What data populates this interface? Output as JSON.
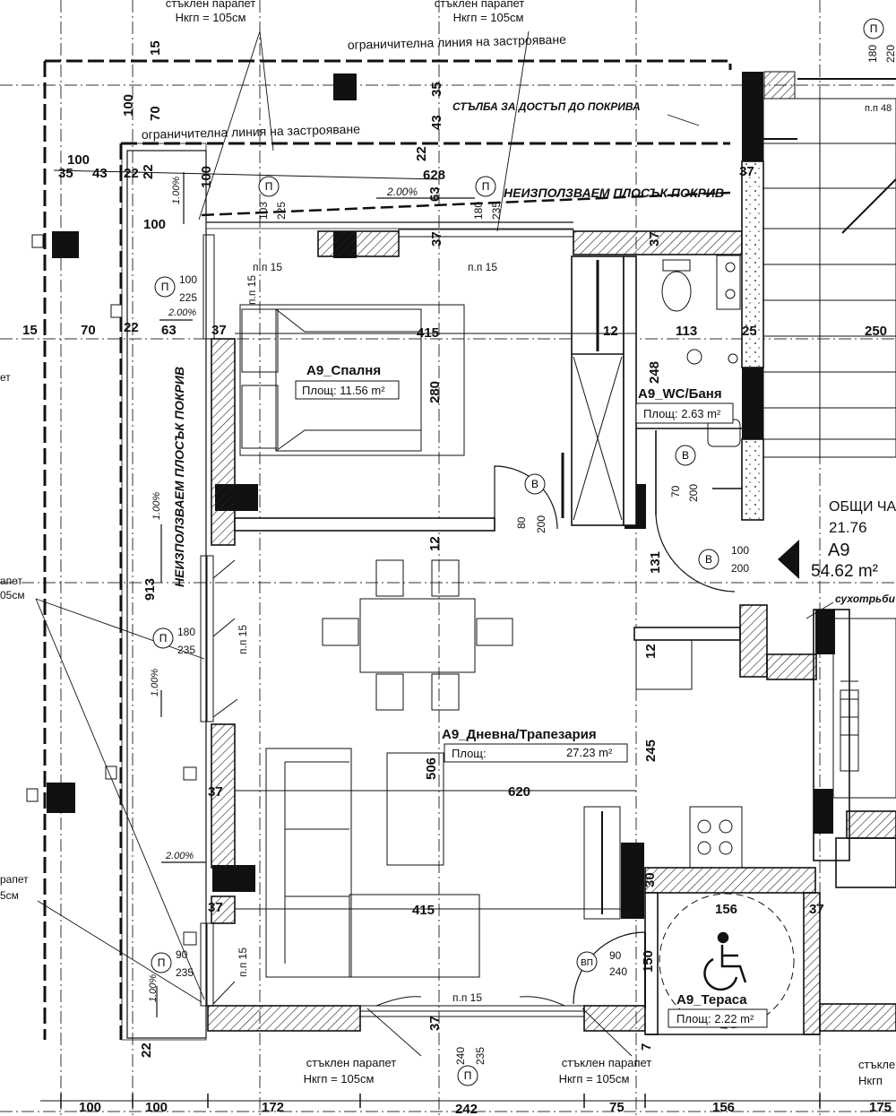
{
  "notes": {
    "parapet_top_left": "стъклен парапет",
    "parapet_top_left_h": "Нкгп = 105см",
    "parapet_top_mid": "стъклен парапет",
    "parapet_top_mid_h": "Нкгп = 105см",
    "build_line_top": "ограничителна линия на застрояване",
    "build_line_second": "ограничителна линия на застрояване",
    "roof_stair": "СТЪЛБА ЗА ДОСТЪП ДО ПОКРИВА",
    "unused_roof_top": "НЕИЗПОЛЗВАЕМ ПЛОСЪК ПОКРИВ",
    "unused_roof_left": "НЕИЗПОЛЗВАЕМ ПЛОСЪК ПОКРИВ",
    "parapet_left_1": "апет",
    "parapet_left_1_h": "05см",
    "parapet_left_2": "рапет",
    "parapet_left_2_h": "5см",
    "parapet_left_cut": "ет",
    "parapet_bottom_1": "стъклен парапет",
    "parapet_bottom_1_h": "Нкгп = 105см",
    "parapet_bottom_2": "стъклен парапет",
    "parapet_bottom_2_h": "Нкгп = 105см",
    "parapet_bottom_right": "стъкле",
    "parapet_bottom_right_h": "Нкгп",
    "drywall": "сухотрьби",
    "common_area": "ОБЩИ ЧА",
    "common_area_val": "21.76",
    "pp15_a": "п.п 15",
    "pp15_b": "п.п 15",
    "pp15_c": "п.п 15",
    "pp15_d": "п.п 15",
    "pp15_e": "п.п 15",
    "pp15_f": "п.п 15",
    "pp48": "п.п 48"
  },
  "rooms": {
    "bedroom_name": "A9_Спалня",
    "bedroom_area": "Площ: 11.56 m²",
    "wc_name": "A9_WC/Баня",
    "wc_area": "Площ: 2.63 m²",
    "living_name": "A9_Дневна/Трапезария",
    "living_area_label": "Площ:",
    "living_area_value": "27.23 m²",
    "terrace_name": "A9_Тераса",
    "terrace_area": "Площ: 2.22 m²",
    "apartment_name": "A9",
    "apartment_area": "54.62 m²"
  },
  "slopes": {
    "s1": "1.00%",
    "s2": "2.00%",
    "s3": "2.00%",
    "s4": "1.00%",
    "s5": "1.00%",
    "s6": "2.00%",
    "s7": "1.00%"
  },
  "tags": {
    "P": "П",
    "B": "В",
    "VP": "ВП"
  },
  "openings": {
    "w1_a": "103",
    "w1_b": "225",
    "w2_a": "180",
    "w2_b": "235",
    "w3_a": "100",
    "w3_b": "225",
    "w4_a": "180",
    "w4_b": "235",
    "w5_a": "90",
    "w5_b": "235",
    "w6_a": "240",
    "w6_b": "235",
    "w7_a": "180",
    "w7_b": "220",
    "d1_a": "80",
    "d1_b": "200",
    "d2_a": "70",
    "d2_b": "200",
    "d3_a": "100",
    "d3_b": "200",
    "d4_a": "90",
    "d4_b": "240"
  },
  "dims": {
    "b100a": "100",
    "b100b": "100",
    "b172": "172",
    "b242": "242",
    "b75": "75",
    "b156": "156",
    "b175": "175",
    "t100": "100",
    "t70": "70",
    "t15v": "15",
    "r100": "100",
    "r35": "35",
    "r43": "43",
    "r22": "22",
    "row_35": "35",
    "row_43": "43",
    "row_22": "22",
    "row_22b": "22",
    "l15": "15",
    "l70": "70",
    "l22": "22",
    "l63": "63",
    "l37": "37",
    "d628": "628",
    "d63": "63",
    "d22v": "22",
    "d35v": "35",
    "d43v": "43",
    "d37a": "37",
    "d37b": "37",
    "d37c": "37",
    "d37d": "37",
    "d37e": "37",
    "d37f": "37",
    "d37g": "37",
    "d37h": "37",
    "d415a": "415",
    "d415b": "415",
    "d280": "280",
    "d12a": "12",
    "d12b": "12",
    "d12c": "12",
    "d113": "113",
    "d248": "248",
    "d25": "25",
    "d250": "250",
    "d913": "913",
    "d131": "131",
    "d245": "245",
    "d506": "506",
    "d620": "620",
    "d156": "156",
    "d150": "150",
    "d30": "30",
    "d22b": "22",
    "d7": "7",
    "d100top": "100"
  }
}
